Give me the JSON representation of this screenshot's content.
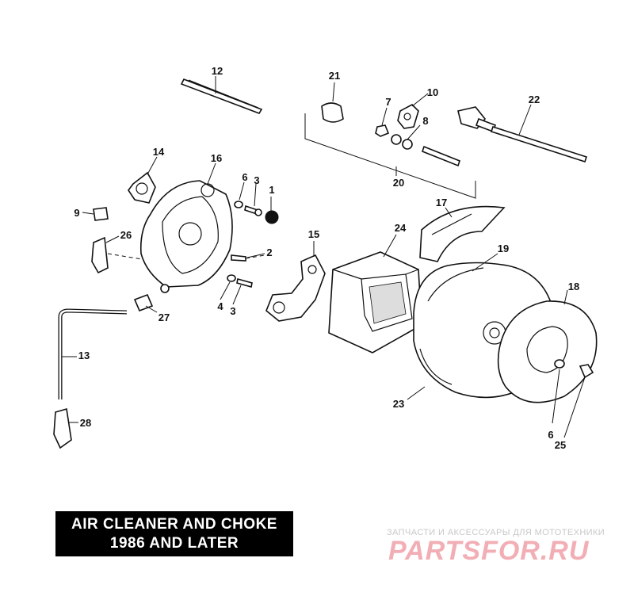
{
  "callouts": {
    "c1": "1",
    "c2": "2",
    "c3a": "3",
    "c3b": "3",
    "c4": "4",
    "c6a": "6",
    "c6b": "6",
    "c7": "7",
    "c8": "8",
    "c9": "9",
    "c10": "10",
    "c12": "12",
    "c13": "13",
    "c14": "14",
    "c15": "15",
    "c16": "16",
    "c17": "17",
    "c18": "18",
    "c19": "19",
    "c20": "20",
    "c21": "21",
    "c22": "22",
    "c23": "23",
    "c24": "24",
    "c25": "25",
    "c26": "26",
    "c27": "27",
    "c28": "28"
  },
  "title": {
    "line1": "AIR CLEANER AND CHOKE",
    "line2": "1986 AND LATER"
  },
  "watermark": {
    "tagline": "ЗАПЧАСТИ И АКСЕССУАРЫ ДЛЯ МОТОТЕХНИКИ",
    "logo": "PARTSFOR.RU"
  }
}
